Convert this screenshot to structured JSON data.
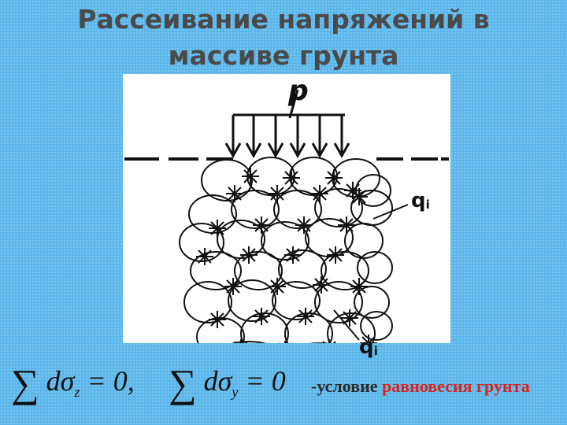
{
  "title": {
    "line1": "Рассеивание напряжений в",
    "line2": "массиве грунта"
  },
  "diagram": {
    "load_label": "p",
    "force_label_base": "q",
    "force_label_sub": "i"
  },
  "formulas": {
    "sum_symbol": "∑",
    "eq1_d_sigma": "dσ",
    "eq1_sub": "z",
    "eq1_rhs": " = 0,",
    "eq2_d_sigma": "dσ",
    "eq2_sub": "y",
    "eq2_rhs": " = 0"
  },
  "caption": {
    "part1": "-условие ",
    "part2": "равновесия грунта"
  },
  "colors": {
    "background": "#5bb6ea",
    "title": "#4a4a4a",
    "highlight": "#d8251e"
  }
}
